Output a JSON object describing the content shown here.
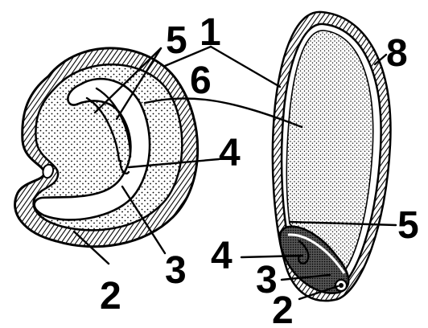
{
  "labels": {
    "bean_1": "1",
    "bean_2": "2",
    "bean_3": "3",
    "bean_4": "4",
    "bean_5": "5",
    "bean_6": "6",
    "cereal_8": "8",
    "cereal_5": "5",
    "cereal_4": "4",
    "cereal_3": "3",
    "cereal_2": "2"
  },
  "colors": {
    "ink": "#000000",
    "paper": "#ffffff"
  }
}
